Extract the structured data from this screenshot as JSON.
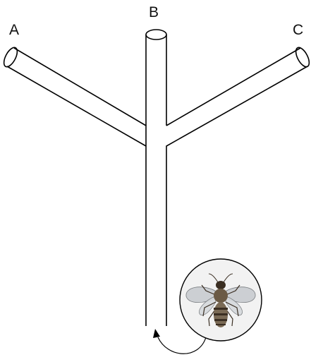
{
  "arm_labels": {
    "a": "A",
    "b": "B",
    "c": "C"
  },
  "icons": {
    "bee": "bee-icon",
    "entry_arrow": "curved-arrow-icon"
  },
  "colors": {
    "stroke": "#000000",
    "background": "#ffffff",
    "bee_body": "#7a6a55",
    "bee_stripes": "#3a2e22",
    "wings": "#c8ccd0",
    "medallion": "#f2f2f2"
  }
}
